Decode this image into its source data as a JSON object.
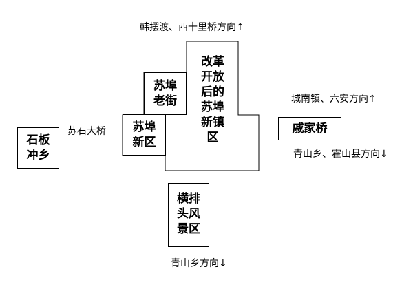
{
  "nodes": {
    "shiban_chongxiang": "石板\n冲乡",
    "sufu_old_street": "苏埠\n老街",
    "sufu_new_district": "苏埠\n新区",
    "reform_new_town": "改革\n开放\n后的\n苏埠\n新镇\n区",
    "qijiaqiao": "戚家桥",
    "hengpaitou_scenic": "横排\n头风\n景区"
  },
  "labels": {
    "top_direction": "韩摆渡、西十里桥方向↑",
    "shishi_bridge": "苏石大桥",
    "east_upper_direction": "城南镇、六安方向↑",
    "east_lower_direction": "青山乡、霍山县方向↓",
    "bottom_direction": "青山乡方向↓"
  },
  "colors": {
    "line": "#000000",
    "text": "#000000",
    "background": "#ffffff"
  }
}
